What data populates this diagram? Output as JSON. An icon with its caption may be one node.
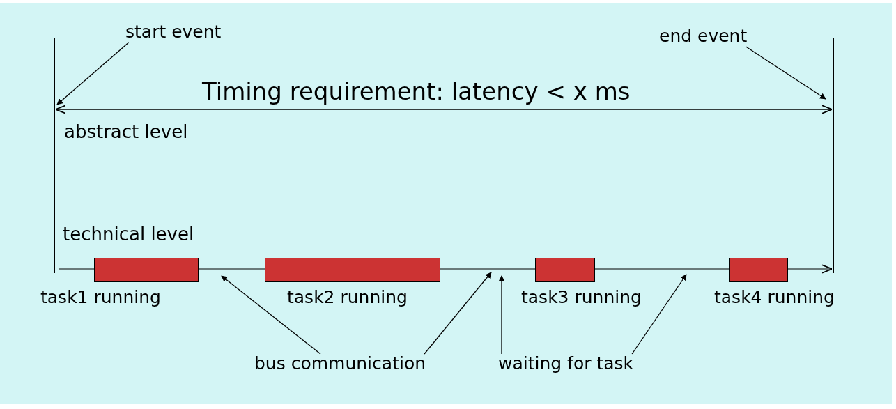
{
  "diagram": {
    "nodes": [
      {
        "text": [
          "start event"
        ]
      },
      {
        "text": [
          "end event"
        ]
      },
      {
        "text": [],
        "shape": "bar",
        "beside": [
          "task1 running"
        ]
      },
      {
        "text": [],
        "shape": "bar",
        "beside": [
          "task2 running"
        ]
      },
      {
        "text": [],
        "shape": "bar",
        "beside": [
          "task3 running"
        ]
      },
      {
        "text": [],
        "shape": "bar",
        "beside": [
          "task4 running"
        ]
      },
      {
        "text": [
          "bus communication"
        ]
      },
      {
        "text": [
          "waiting for task"
        ]
      }
    ],
    "edges": [
      {
        "from": 0,
        "to": null,
        "arrow": "to"
      },
      {
        "from": 1,
        "to": null,
        "arrow": "to"
      },
      {
        "from": 6,
        "to": null,
        "arrow": "to"
      },
      {
        "from": 6,
        "to": null,
        "arrow": "to"
      },
      {
        "from": 7,
        "to": null,
        "arrow": "to"
      },
      {
        "from": 7,
        "to": null,
        "arrow": "to"
      }
    ],
    "labels": [
      "Timing requirement: latency < x ms",
      "abstract level",
      "technical level"
    ]
  }
}
